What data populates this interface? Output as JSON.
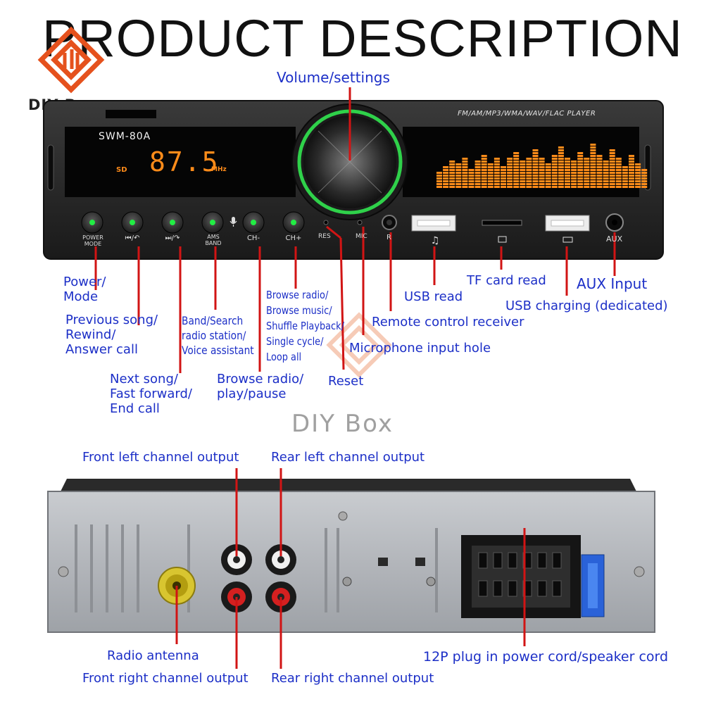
{
  "page": {
    "title": "PRODUCT DESCRIPTION",
    "logo_text": "DIY Box",
    "watermark_text": "DIY Box"
  },
  "front_panel": {
    "model": "SWM-80A",
    "formats": "FM/AM/MP3/WMA/WAV/FLAC PLAYER",
    "display_sd": "SD",
    "display_freq": "87.5",
    "display_unit": "MHz",
    "equalizer_levels": [
      0.35,
      0.45,
      0.55,
      0.5,
      0.6,
      0.4,
      0.55,
      0.7,
      0.5,
      0.65,
      0.45,
      0.6,
      0.75,
      0.55,
      0.65,
      0.8,
      0.6,
      0.5,
      0.7,
      0.85,
      0.65,
      0.55,
      0.75,
      0.6,
      0.9,
      0.7,
      0.55,
      0.8,
      0.6,
      0.45,
      0.7,
      0.5,
      0.4
    ],
    "buttons": [
      {
        "label": "POWER MODE"
      },
      {
        "label": "⏮/↶"
      },
      {
        "label": "⏭/↷"
      },
      {
        "label": "AMS BAND"
      },
      {
        "label": "CH-"
      },
      {
        "label": "CH+"
      }
    ],
    "res_label": "RES",
    "mic_label": "MIC",
    "ir_label": "R",
    "aux_label": "AUX"
  },
  "callouts": {
    "volume": "Volume/settings",
    "power": "Power/\nMode",
    "prev": "Previous song/\nRewind/\nAnswer call",
    "next": "Next song/\nFast forward/\nEnd call",
    "band": "Band/Search\nradio station/\nVoice assistant",
    "browse_pause": "Browse radio/\nplay/pause",
    "browse_music": "Browse radio/\nBrowse music/\nShuffle Playback/\nSingle cycle/\nLoop all",
    "reset": "Reset",
    "mic_hole": "Microphone input hole",
    "remote": "Remote control receiver",
    "usb_read": "USB read",
    "tf_read": "TF card read",
    "aux_input": "AUX Input",
    "usb_charging": "USB charging (dedicated)"
  },
  "rear_callouts": {
    "front_left": "Front left channel output",
    "rear_left": "Rear left channel output",
    "antenna": "Radio antenna",
    "front_right": "Front right channel output",
    "rear_right": "Rear right channel output",
    "power_cord": "12P plug in power cord/speaker cord"
  },
  "colors": {
    "label_blue": "#1c2fc7",
    "pointer_red": "#d11414",
    "display_amber": "#ff8c1a",
    "knob_ring_green": "#2fd14a",
    "logo_orange": "#e5511d"
  }
}
